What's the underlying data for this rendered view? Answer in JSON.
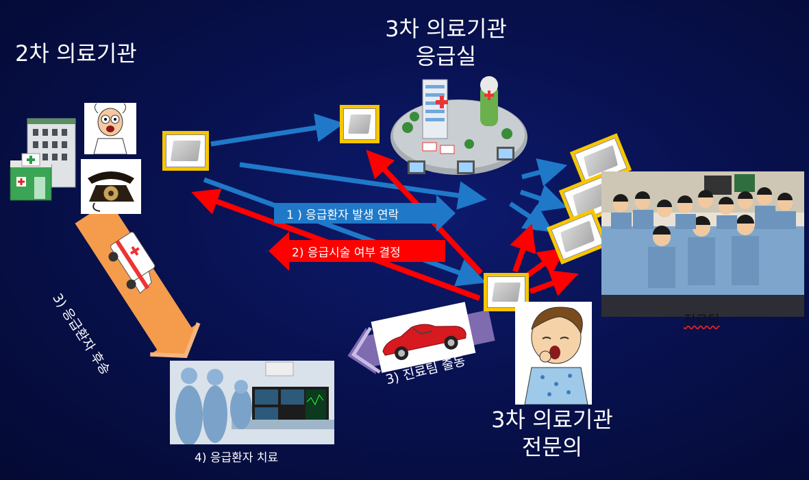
{
  "labels": {
    "secondary_hospital": "2차 의료기관",
    "tertiary_er_line1": "3차 의료기관",
    "tertiary_er_line2": "응급실",
    "specialist_line1": "3차 의료기관",
    "specialist_line2": "전문의",
    "care_team": "진료팀",
    "step1": "1 ) 응급환자 발생 연락",
    "step2": "2) 응급시술 여부 결정",
    "step3_transfer": "3) 응급환자 후송",
    "step3_dispatch": "3) 진료팀 출동",
    "step4": "4) 응급환자 치료"
  },
  "icons": [
    "hospital-building-icon",
    "panicked-doctor-icon",
    "rotary-telephone-icon",
    "ambulance-icon",
    "city-hospital-icon",
    "sports-car-icon",
    "sleepy-doctor-icon",
    "medical-team-photo",
    "procedure-room-photo",
    "mobile-device-icon"
  ],
  "colors": {
    "background": "#07104a",
    "blue_arrow": "#1f79c8",
    "red_arrow": "#ff0000",
    "orange_arrow": "#f59b4c",
    "purple_arrow": "#7f6bb0",
    "device_frame": "#f7c600"
  }
}
